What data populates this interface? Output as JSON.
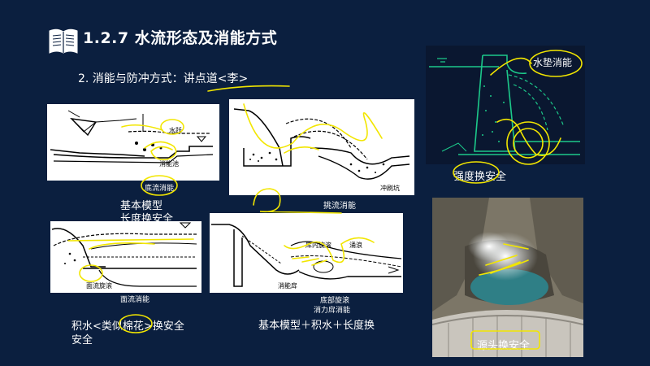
{
  "title": "1.2.7   水流形态及消能方式",
  "subtitle": "2. 消能与防冲方式：讲点道<李>",
  "diagrams": {
    "d1": {
      "label_jump": "水跃",
      "label_pool": "消能池",
      "caption": "底流消能"
    },
    "d2": {
      "caption": "挑流消能",
      "label_pit": "冲刷坑"
    },
    "d3": {
      "label_roll": "面流旋滚",
      "caption": "面流消能"
    },
    "d4": {
      "label_roll": "库内旋滚",
      "label_surge": "涌浪",
      "label_sill": "消能戽",
      "label_bottom": "底部旋滚",
      "caption": "消力戽消能"
    },
    "d5": {
      "label": "水垫消能"
    }
  },
  "notes": {
    "basic_model": "基本模型",
    "length_safety": "长度换安全",
    "water_line1": "积水<类似",
    "water_cotton": "棉花",
    "water_line1_end": ">换安全",
    "water_line2": "安全",
    "combined": "基本模型＋积水＋长度换",
    "strength": "强度换安全",
    "source": "源头换安全"
  },
  "colors": {
    "background": "#0b1f3f",
    "annotation": "#f2e600",
    "diagram_bg": "#ffffff",
    "diagram_ink": "#000000",
    "terminal_green": "#1cc98a"
  }
}
